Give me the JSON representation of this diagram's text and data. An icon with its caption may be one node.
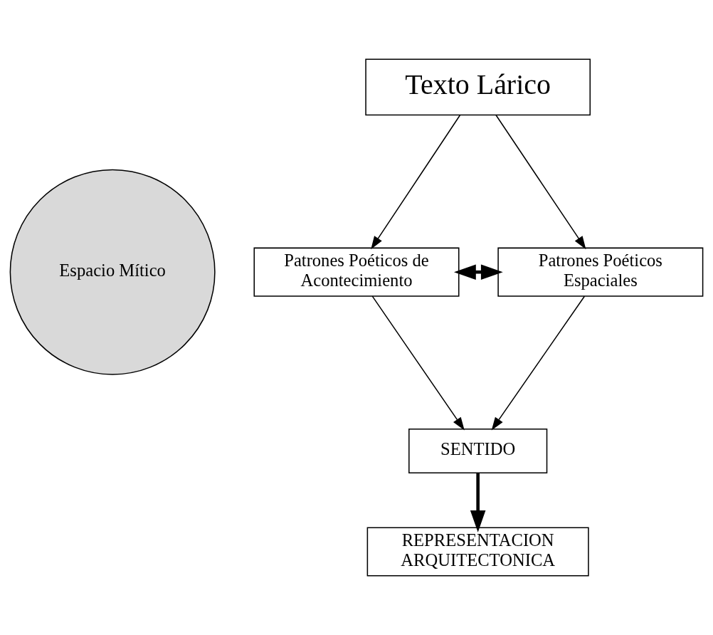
{
  "diagram": {
    "nodes": [
      {
        "text": [
          "Espacio Mítico"
        ]
      },
      {
        "text": [
          "Texto Lárico"
        ]
      },
      {
        "text": [
          "Patrones Poéticos de Acontecimiento"
        ]
      },
      {
        "text": [
          "Patrones Poéticos Espaciales"
        ]
      },
      {
        "text": [
          "SENTIDO"
        ]
      },
      {
        "text": [
          "REPRESENTACION ARQUITECTONICA"
        ]
      }
    ],
    "edges": [
      {
        "from": 1,
        "to": 2,
        "arrow": "to"
      },
      {
        "from": 1,
        "to": 3,
        "arrow": "to"
      },
      {
        "from": 2,
        "to": 3,
        "arrow": "both",
        "style": "thick"
      },
      {
        "from": 2,
        "to": 4,
        "arrow": "to"
      },
      {
        "from": 3,
        "to": 4,
        "arrow": "to"
      },
      {
        "from": 4,
        "to": 5,
        "arrow": "to",
        "style": "thick"
      }
    ]
  }
}
